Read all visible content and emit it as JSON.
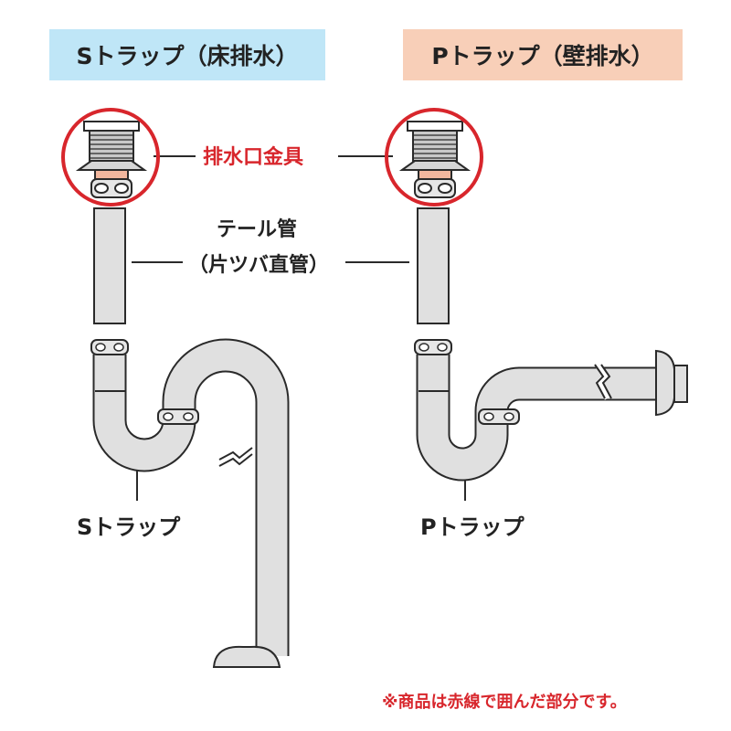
{
  "titles": {
    "s_trap": "Sトラップ（床排水）",
    "p_trap": "Pトラップ（壁排水）"
  },
  "labels": {
    "drain_fitting": "排水口金具",
    "tail_pipe_line1": "テール管",
    "tail_pipe_line2": "（片ツバ直管）",
    "s_trap": "Sトラップ",
    "p_trap": "Pトラップ"
  },
  "note": "※商品は赤線で囲んだ部分です。",
  "colors": {
    "s_title_bg": "#bfe6f7",
    "p_title_bg": "#f8cfb8",
    "highlight_red": "#d8262c",
    "pipe_fill": "#e0e0e0",
    "outline": "#2a2a2a"
  }
}
